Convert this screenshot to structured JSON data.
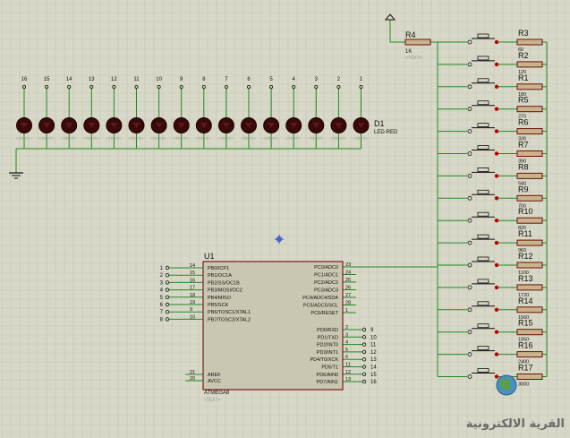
{
  "schematic": {
    "led_numbers": [
      "16",
      "15",
      "14",
      "13",
      "12",
      "11",
      "10",
      "9",
      "8",
      "7",
      "6",
      "5",
      "4",
      "3",
      "2",
      "1"
    ],
    "led_label": "D1",
    "led_model": "LED-RED",
    "placeholder_text": "<TEXT>",
    "r4": {
      "label": "R4",
      "value": "1K"
    },
    "resistors": [
      {
        "label": "R3",
        "value": "60"
      },
      {
        "label": "R2",
        "value": "120"
      },
      {
        "label": "R1",
        "value": "180"
      },
      {
        "label": "R5",
        "value": "270"
      },
      {
        "label": "R6",
        "value": "330"
      },
      {
        "label": "R7",
        "value": "390"
      },
      {
        "label": "R8",
        "value": "540"
      },
      {
        "label": "R9",
        "value": "700"
      },
      {
        "label": "R10",
        "value": "820"
      },
      {
        "label": "R11",
        "value": "960"
      },
      {
        "label": "R12",
        "value": "1100"
      },
      {
        "label": "R13",
        "value": "1720"
      },
      {
        "label": "R14",
        "value": "1560"
      },
      {
        "label": "R15",
        "value": "1950"
      },
      {
        "label": "R16",
        "value": "2400"
      },
      {
        "label": "R17",
        "value": "3000"
      }
    ],
    "chip": {
      "label": "U1",
      "name": "ATMEGA8",
      "left_pins": [
        {
          "ext": "1",
          "num": "14",
          "name": "PB0/ICP1"
        },
        {
          "ext": "2",
          "num": "15",
          "name": "PB1/OC1A"
        },
        {
          "ext": "3",
          "num": "16",
          "name": "PB2/SS/OC1B"
        },
        {
          "ext": "4",
          "num": "17",
          "name": "PB3/MOSI/OC2"
        },
        {
          "ext": "5",
          "num": "18",
          "name": "PB4/MISO"
        },
        {
          "ext": "6",
          "num": "19",
          "name": "PB5/SCK"
        },
        {
          "ext": "7",
          "num": "9",
          "name": "PB6/TOSC1/XTAL1"
        },
        {
          "ext": "8",
          "num": "10",
          "name": "PB7/TOSC2/XTAL2"
        }
      ],
      "left_bottom_pins": [
        {
          "num": "21",
          "name": "AREF"
        },
        {
          "num": "20",
          "name": "AVCC"
        }
      ],
      "right_top_pins": [
        {
          "num": "23",
          "name": "PC0/ADC0"
        },
        {
          "num": "24",
          "name": "PC1/ADC1"
        },
        {
          "num": "25",
          "name": "PC2/ADC2"
        },
        {
          "num": "26",
          "name": "PC3/ADC3"
        },
        {
          "num": "27",
          "name": "PC4/ADC4/SDA"
        },
        {
          "num": "28",
          "name": "PC5/ADC5/SCL"
        },
        {
          "num": "1",
          "name": "PC6/RESET"
        }
      ],
      "right_bottom_pins": [
        {
          "num": "2",
          "name": "PD0/RXD",
          "ext": "9"
        },
        {
          "num": "3",
          "name": "PD1/TXD",
          "ext": "10"
        },
        {
          "num": "4",
          "name": "PD2/INT0",
          "ext": "11"
        },
        {
          "num": "5",
          "name": "PD3/INT1",
          "ext": "12"
        },
        {
          "num": "6",
          "name": "PD4/T0/XCK",
          "ext": "13"
        },
        {
          "num": "11",
          "name": "PD5/T1",
          "ext": "14"
        },
        {
          "num": "12",
          "name": "PD6/AIN0",
          "ext": "15"
        },
        {
          "num": "13",
          "name": "PD7/AIN1",
          "ext": "16"
        }
      ]
    }
  },
  "watermark": "القرية الالكترونية",
  "colors": {
    "background": "#d8d8c8",
    "grid": "#c6c6b4",
    "wire": "#1f8a1f",
    "led": "#3a0a0a",
    "pin_red": "#c00000",
    "chip_fill": "#c9c7b1",
    "chip_border": "#7a1a1a",
    "resistor_fill": "#c9b48a",
    "resistor_border": "#6a1010",
    "text": "#101010",
    "placeholder": "#9a9a90"
  }
}
